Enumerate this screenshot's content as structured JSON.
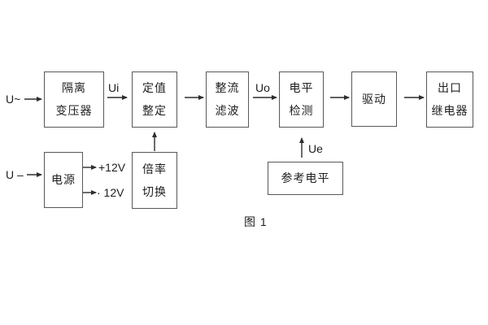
{
  "diagram": {
    "caption": "图 1",
    "labels": {
      "input_ac": "U~",
      "input_dc": "U –",
      "ui": "Ui",
      "uo": "Uo",
      "ue": "Ue",
      "plus_12v": "+12V",
      "minus_12v": "· 12V"
    },
    "blocks": {
      "isolation_transformer": {
        "line1": "隔离",
        "line2": "变压器"
      },
      "setpoint_adjust": {
        "line1": "定值",
        "line2": "整定"
      },
      "rectifier_filter": {
        "line1": "整流",
        "line2": "滤波"
      },
      "level_detector": {
        "line1": "电平",
        "line2": "检测"
      },
      "driver": {
        "line1": "驱动"
      },
      "output_relay": {
        "line1": "出口",
        "line2": "继电器"
      },
      "power_supply": {
        "line1": "电源"
      },
      "ratio_switch": {
        "line1": "倍率",
        "line2": "切换"
      },
      "reference_level": {
        "line1": "参考电平"
      }
    },
    "colors": {
      "background": "#ffffff",
      "border": "#585858",
      "line": "#2e2e2e",
      "text": "#1e1e1e"
    }
  }
}
